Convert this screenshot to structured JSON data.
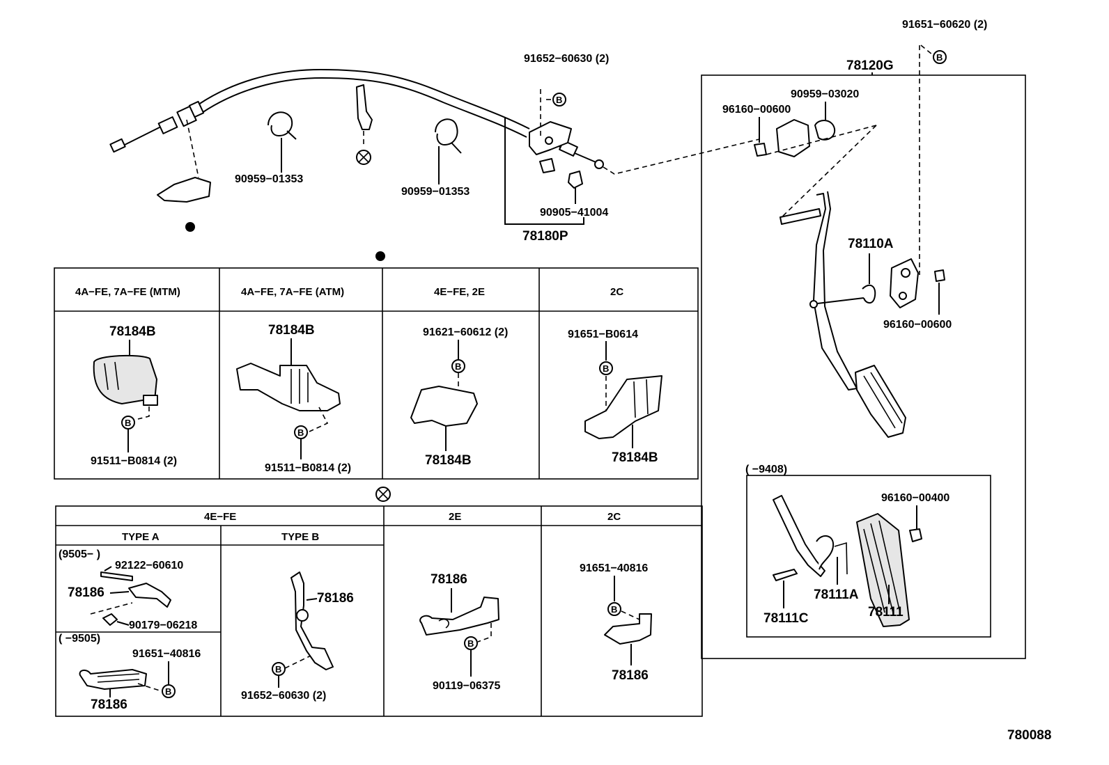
{
  "diagram_code": "780088",
  "symbols": {
    "bolt_mark": "B"
  },
  "top": {
    "part_91651_60620": "91651−60620 (2)",
    "part_91652_60630_top": "91652−60630 (2)",
    "part_90959_01353_a": "90959−01353",
    "part_90959_01353_b": "90959−01353",
    "part_90905_41004": "90905−41004",
    "part_78180P": "78180P"
  },
  "pedal_box": {
    "title": "78120G",
    "part_96160_00600_a": "96160−00600",
    "part_90959_03020": "90959−03020",
    "part_78110A": "78110A",
    "part_96160_00600_b": "96160−00600"
  },
  "sub_box": {
    "range": "(      −9408)",
    "part_96160_00400": "96160−00400",
    "part_78111A": "78111A",
    "part_78111": "78111",
    "part_78111C": "78111C"
  },
  "table1": {
    "headers": [
      "4A−FE, 7A−FE (MTM)",
      "4A−FE, 7A−FE (ATM)",
      "4E−FE, 2E",
      "2C"
    ],
    "c1_top": "78184B",
    "c1_bottom": "91511−B0814 (2)",
    "c2_top": "78184B",
    "c2_bottom": "91511−B0814 (2)",
    "c3_top": "91621−60612 (2)",
    "c3_bottom": "78184B",
    "c4_top": "91651−B0614",
    "c4_bottom": "78184B"
  },
  "table2": {
    "header_4efe": "4E−FE",
    "header_2e": "2E",
    "header_2c": "2C",
    "type_a": "TYPE A",
    "type_b": "TYPE B",
    "a_range1": "(9505−        )",
    "a_92122": "92122−60610",
    "a_78186": "78186",
    "a_90179": "90179−06218",
    "a_range2": "(      −9505)",
    "a_91651": "91651−40816",
    "a_78186b": "78186",
    "b_78186": "78186",
    "b_91652": "91652−60630 (2)",
    "e_78186": "78186",
    "e_90119": "90119−06375",
    "c_91651": "91651−40816",
    "c_78186": "78186"
  }
}
